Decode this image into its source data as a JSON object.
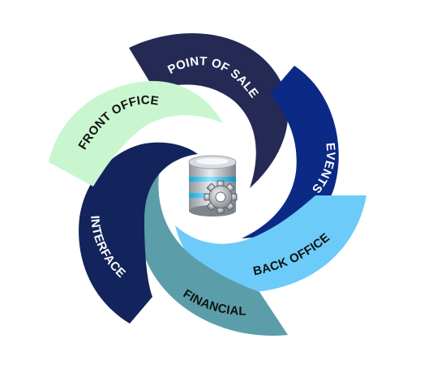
{
  "diagram": {
    "segments": [
      {
        "id": "point-of-sale",
        "label": "POINT OF SALE",
        "color": "#252a55",
        "text_color": "#ffffff"
      },
      {
        "id": "events",
        "label": "EVENTS",
        "color": "#0b2a86",
        "text_color": "#ffffff"
      },
      {
        "id": "back-office",
        "label": "BACK OFFICE",
        "color": "#6ccbf8",
        "text_color": "#111111"
      },
      {
        "id": "financial",
        "label": "FINANCIAL",
        "color": "#5b9ea9",
        "text_color": "#111111"
      },
      {
        "id": "interface",
        "label": "INTERFACE",
        "color": "#12245b",
        "text_color": "#ffffff"
      },
      {
        "id": "front-office",
        "label": "FRONT OFFICE",
        "color": "#c9f6cf",
        "text_color": "#111111"
      }
    ],
    "center_icon": "database-gear-icon"
  }
}
